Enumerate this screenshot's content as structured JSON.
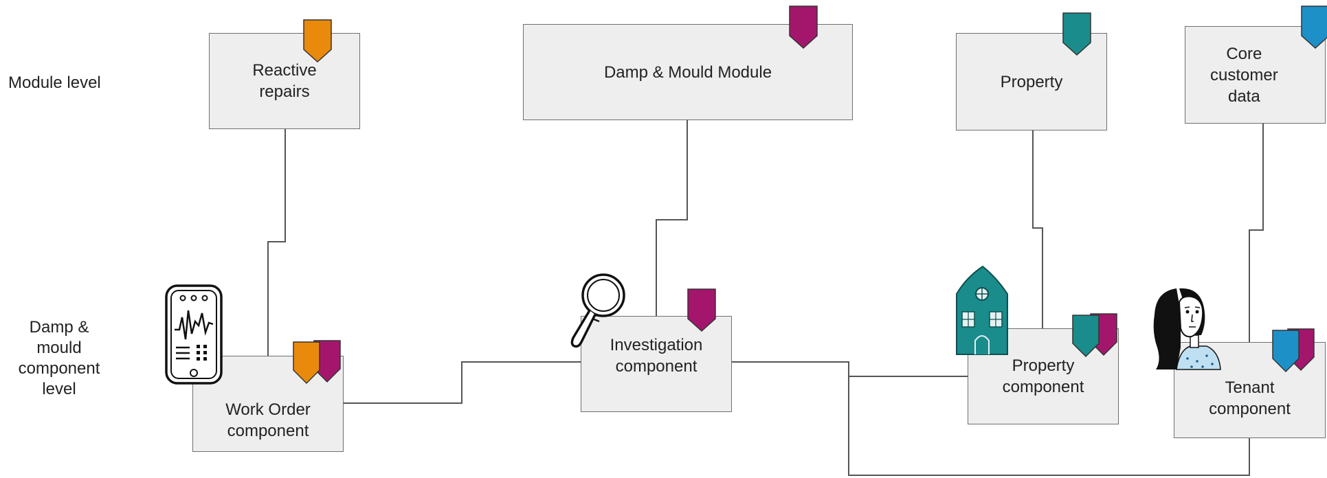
{
  "colors": {
    "orange": "#e98a0c",
    "magenta": "#a4166c",
    "teal": "#1a8c8c",
    "blue": "#1e90c8",
    "box_fill": "#eeeeee",
    "box_border": "#6f6f6f",
    "line": "#555555"
  },
  "row_labels": {
    "module_level": "Module level",
    "component_level": "Damp &\nmould\ncomponent\nlevel"
  },
  "modules": {
    "reactive_repairs": {
      "label": "Reactive\nrepairs",
      "tags": [
        "orange"
      ]
    },
    "damp_mould": {
      "label": "Damp & Mould Module",
      "tags": [
        "magenta"
      ]
    },
    "property": {
      "label": "Property",
      "tags": [
        "teal"
      ]
    },
    "core_customer": {
      "label": "Core\ncustomer\ndata",
      "tags": [
        "blue"
      ]
    }
  },
  "components": {
    "work_order": {
      "label": "Work Order\ncomponent",
      "tags": [
        "orange",
        "magenta"
      ],
      "icon": "tablet-chart-icon"
    },
    "investigation": {
      "label": "Investigation\ncomponent",
      "tags": [
        "magenta"
      ],
      "icon": "magnifying-glass-icon"
    },
    "property": {
      "label": "Property\ncomponent",
      "tags": [
        "teal",
        "magenta"
      ],
      "icon": "house-icon"
    },
    "tenant": {
      "label": "Tenant\ncomponent",
      "tags": [
        "blue",
        "magenta"
      ],
      "icon": "woman-avatar-icon"
    }
  }
}
